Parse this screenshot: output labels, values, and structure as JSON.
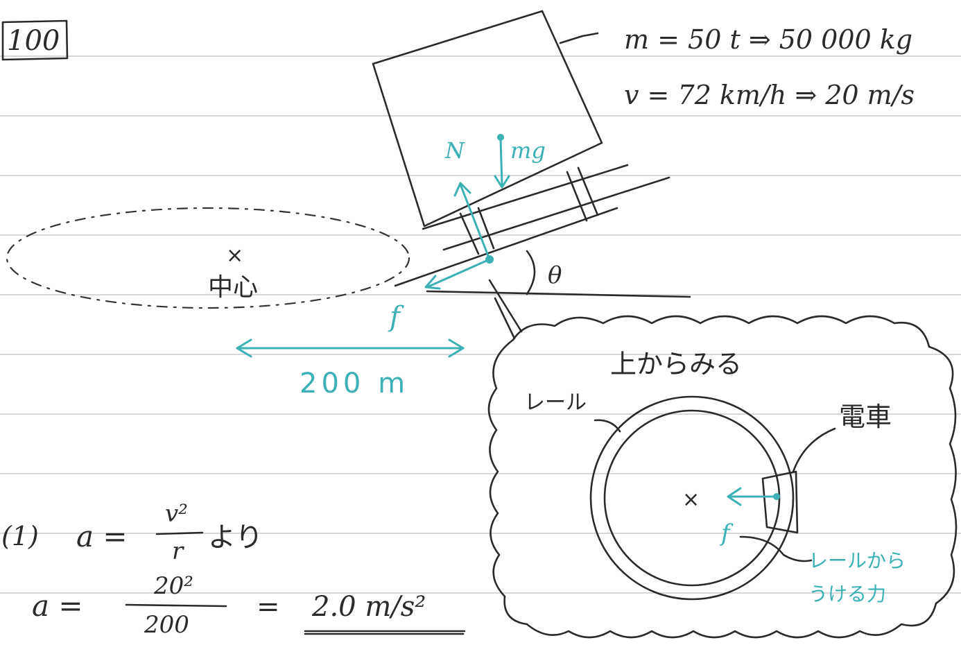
{
  "problem": {
    "number": "100"
  },
  "given": {
    "mass_line": "m = 50 t ⇒ 50 000 kg",
    "speed_line": "v = 72 km/h ⇒ 20 m/s"
  },
  "diagram": {
    "force_normal": "N",
    "force_gravity": "mg",
    "force_friction": "f",
    "angle": "θ",
    "center_label": "中心",
    "center_mark": "×",
    "radius": "200 m"
  },
  "top_view": {
    "title": "上からみる",
    "rail_label": "レール",
    "train_label": "電車",
    "center_mark": "×",
    "force": "f",
    "force_note_line1": "レールから",
    "force_note_line2": "うける力"
  },
  "solution": {
    "part1_label": "(1)",
    "formula_lhs": "a =",
    "formula_num": "v²",
    "formula_den": "r",
    "formula_tail": "より",
    "calc_lhs": "a =",
    "calc_num": "20²",
    "calc_den": "200",
    "calc_eq": "=",
    "answer": "2.0 m/s²"
  },
  "colors": {
    "ink": "#2a2a2a",
    "accent": "#3bb0b5",
    "rule": "#d7d7d7"
  }
}
